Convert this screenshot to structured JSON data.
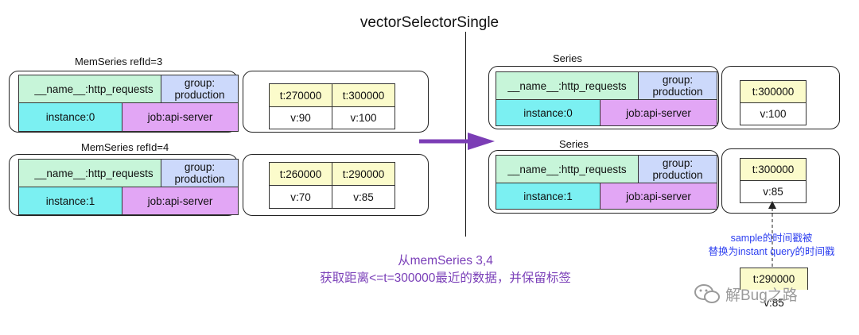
{
  "title": "vectorSelectorSingle",
  "left": {
    "series": [
      {
        "caption": "MemSeries refId=3",
        "labels": {
          "name": "__name__:http_requests",
          "group": "group:\nproduction",
          "instance": "instance:0",
          "job": "job:api-server"
        },
        "samples": [
          {
            "t": "t:270000",
            "v": "v:90"
          },
          {
            "t": "t:300000",
            "v": "v:100"
          }
        ]
      },
      {
        "caption": "MemSeries refId=4",
        "labels": {
          "name": "__name__:http_requests",
          "group": "group:\nproduction",
          "instance": "instance:1",
          "job": "job:api-server"
        },
        "samples": [
          {
            "t": "t:260000",
            "v": "v:70"
          },
          {
            "t": "t:290000",
            "v": "v:85"
          }
        ]
      }
    ]
  },
  "right": {
    "series": [
      {
        "caption": "Series",
        "labels": {
          "name": "__name__:http_requests",
          "group": "group:\nproduction",
          "instance": "instance:0",
          "job": "job:api-server"
        },
        "sample": {
          "t": "t:300000",
          "v": "v:100"
        }
      },
      {
        "caption": "Series",
        "labels": {
          "name": "__name__:http_requests",
          "group": "group:\nproduction",
          "instance": "instance:1",
          "job": "job:api-server"
        },
        "sample": {
          "t": "t:300000",
          "v": "v:85"
        }
      }
    ],
    "origin_sample": {
      "t": "t:290000",
      "v": "v:85"
    }
  },
  "notes": {
    "center_line1": "从memSeries 3,4",
    "center_line2": "获取距离<=t=300000最近的数据，并保留标签",
    "replace_line1": "sample的时间戳被",
    "replace_line2": "替换为instant query的时间戳"
  },
  "watermark": "解Bug之路",
  "colors": {
    "name_label": "#c7f5d9",
    "group_label": "#ccd9fb",
    "instance_label": "#7bf0f2",
    "job_label": "#e2a6f5",
    "timestamp": "#fbfbcb",
    "arrow": "#7b3db5",
    "note_text": "#2d3ff0"
  }
}
